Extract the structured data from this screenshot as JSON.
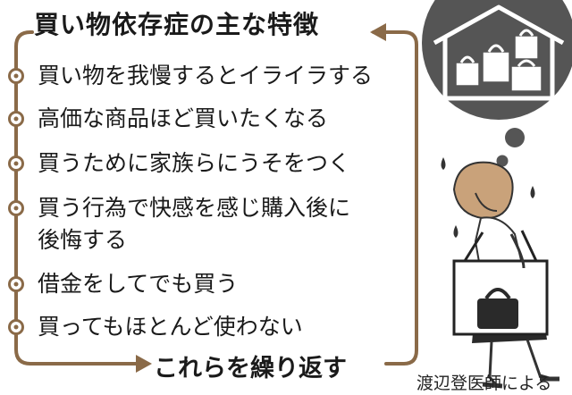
{
  "title": "買い物依存症の主な特徴",
  "items": [
    {
      "lines": [
        "買い物を我慢するとイライラする"
      ]
    },
    {
      "lines": [
        "高価な商品ほど買いたくなる"
      ]
    },
    {
      "lines": [
        "買うために家族らにうそをつく"
      ]
    },
    {
      "lines": [
        "買う行為で快感を感じ購入後に",
        "後悔する"
      ]
    },
    {
      "lines": [
        "借金をしてでも買う"
      ]
    },
    {
      "lines": [
        "買ってもほとんど使わない"
      ]
    }
  ],
  "footer": "これらを繰り返す",
  "credit": "渡辺登医師による",
  "colors": {
    "accent": "#8a6a48",
    "thought_bubble": "#555555",
    "hair": "#c9a27a",
    "skirt": "#2a2a2a"
  },
  "icons": [
    "house-with-bags-icon",
    "woman-with-shopping-bag-icon",
    "bullet-circle-icon",
    "cycle-arrow-icon"
  ]
}
